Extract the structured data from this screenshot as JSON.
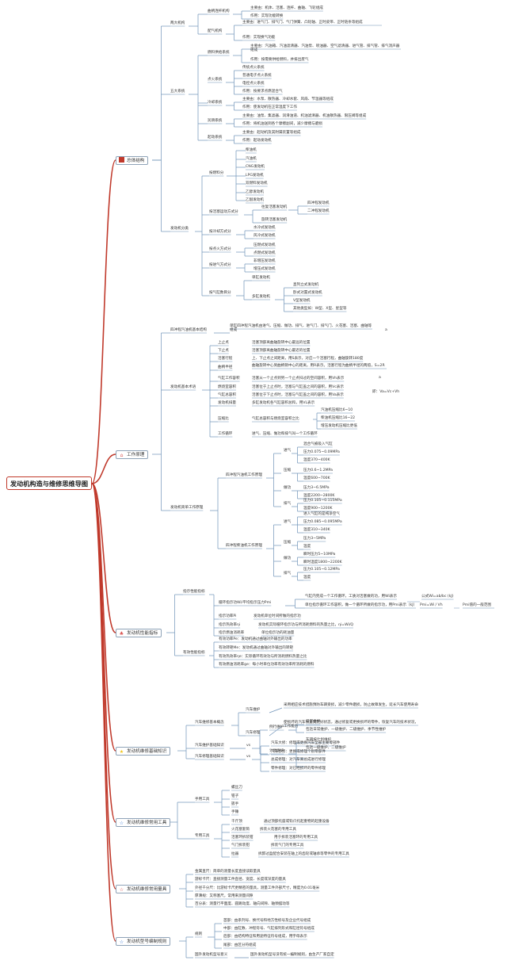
{
  "root": "发动机构造与维修思维导图",
  "icon_colors": {
    "square": "#c0392b",
    "house": "#d9534f",
    "tree": "#d9534f",
    "star_yellow": "#f0c419",
    "star_blue": "#3a7bd5",
    "star_red": "#d9534f",
    "star_blue2": "#2f6fd0"
  },
  "b1": {
    "label": "总体结构",
    "g1": "两大机构",
    "g1a": "曲柄连杆机构",
    "g1a1": "主要由：机体、活塞、连杆、曲轴、飞轮组成",
    "g1a2": "作用：实现功能转换",
    "g1b": "配气机构",
    "g1b1": "主要由：进气门、排气门、气门弹簧、凸轮轴、正时皮带、正时链条等组成",
    "g1b2": "作用：实现换气功能",
    "g2": "五大系统",
    "g2a": "燃料供给系统",
    "g2a1": "主要由：汽油箱、汽油滤清器、汽油泵、喷油器、空气滤清器、进气管、排气管、排气消声器组成",
    "g2a2": "作用：按需要供给燃料，并排出废气",
    "g2b": "点火系统",
    "g2b1": "传统点火系统",
    "g2b2": "普通电子点火系统",
    "g2b3": "电控点火系统",
    "g2b4": "作用：按要求点燃混合气",
    "g2c": "冷却系统",
    "g2c1": "主要由：水泵、散热器、冷却水套、风扇、节温器等组成",
    "g2c2": "作用：使发动机在正常温度下工作",
    "g2d": "润滑系统",
    "g2d1": "主要由：油泵、集滤器、润滑油道、机油滤清器、机油散热器、限压阀等组成",
    "g2d2": "作用：将机油送到各个摩擦副间，减少摩擦与磨损",
    "g2e": "起动系统",
    "g2e1": "主要由：起动机及其附属装置等组成",
    "g2e2": "作用：起动发动机"
  },
  "b2": {
    "label": "发动机分类",
    "c1": "按燃料分",
    "c1items": [
      "柴油机",
      "汽油机",
      "CNG发动机",
      "LPG发动机",
      "双燃料发动机",
      "乙醇发动机",
      "乙醚发动机"
    ],
    "c2": "按活塞运动方式分",
    "c2a": "往复活塞发动机",
    "c2a1": "四冲程发动机",
    "c2a2": "二冲程发动机",
    "c2b": "旋转活塞发动机",
    "c3": "按冷却方式分",
    "c3items": [
      "水冷式发动机",
      "风冷式发动机"
    ],
    "c4": "按点火方式分",
    "c4items": [
      "压燃式发动机",
      "点燃式发动机"
    ],
    "c5": "按进气方式分",
    "c5items": [
      "非增压发动机",
      "增压式发动机"
    ],
    "c6": "按气缸数目分",
    "c6a": "单缸发动机",
    "c6b": "多缸发动机",
    "c6bitems": [
      "直列立式发动机",
      "卧式对置式发动机",
      "V型发动机",
      "其他类型如：W型、X型、星型等"
    ]
  },
  "b3": {
    "label": "工作原理",
    "s1": "四冲程汽油机基本结构",
    "s1a": "单缸四冲程汽油机由进气、压缩、做功、排气、进气门、排气门、火花塞、活塞、曲轴等组成",
    "s1note": "a",
    "s2": "发动机基本术语",
    "terms": [
      {
        "k": "上止点",
        "v": "活塞顶部离曲轴旋转中心最远的位置"
      },
      {
        "k": "下止点",
        "v": "活塞顶部离曲轴旋转中心最近的位置"
      },
      {
        "k": "活塞行程",
        "v": "上、下止点之间距离，用S表示，对应一个活塞行程，曲轴旋转180度"
      },
      {
        "k": "曲柄半径",
        "v": "曲轴旋转中心到曲柄销中心的距离，用R表示。活塞行程为曲柄半径的两倍，S=2R"
      },
      {
        "k": "气缸工作容积",
        "v": "活塞从一个止点到另一个止点扫过的空间容积，用Vh表示"
      },
      {
        "k": "燃烧室容积",
        "v": "活塞位于上止点时，活塞与气缸盖之间的容积，用Vc表示"
      },
      {
        "k": "气缸总容积",
        "v": "活塞位于下止点时，活塞与气缸盖之间的容积，用Va表示"
      },
      {
        "k": "发动机排量",
        "v": "多缸发动机各气缸容积总和，用VL表示"
      },
      {
        "k": "压缩比",
        "v": "气缸总容积与燃烧室容积之比"
      },
      {
        "k": "工作循环",
        "v": "进气、压缩、做功和排气叫一个工作循环"
      }
    ],
    "tnote1": "a",
    "tnote2": "即：Va=Vc+Vh",
    "cr1": "汽油机压缩比6~10",
    "cr2": "柴油机压缩比16~22",
    "cr3": "增压发动机压缩比更低",
    "s3": "发动机简单工作原理",
    "p1": "四冲程汽油机工作原理",
    "p1s": [
      {
        "k": "进气",
        "items": [
          "混合气被吸入气缸",
          "压力0.075~0.09MPa",
          "温度370~400K"
        ]
      },
      {
        "k": "压缩",
        "items": [
          "压力0.6~1.2MPa",
          "温度600~700K"
        ]
      },
      {
        "k": "做功",
        "items": [
          "压力3~6.5MPa",
          "温度2200~2800K"
        ]
      },
      {
        "k": "排气",
        "items": [
          "压力0.105~0.115MPa",
          "温度900~1200K"
        ]
      }
    ],
    "p2": "四冲程柴油机工作原理",
    "p2s": [
      {
        "k": "进气",
        "items": [
          "进入气缸的是纯净空气",
          "压力0.085~0.095MPa",
          "温度310~340K"
        ]
      },
      {
        "k": "压缩",
        "items": [
          "压力3~5MPa",
          "温度"
        ]
      },
      {
        "k": "做功",
        "items": [
          "瞬时压力5~10MPa",
          "瞬时温度1800~2200K"
        ]
      },
      {
        "k": "排气",
        "items": [
          "压力0.105~0.12MPa",
          "温度"
        ]
      }
    ]
  },
  "b4": {
    "label": "发动机性能指标",
    "q1": "指示性能指标",
    "q1a": "循环指示功Wi/平均指示压力Pmi",
    "q1a1": "气缸内完成一个工作循环，工质对活塞做的功，用Wi表示",
    "q1a1r": "公式Wi=ab/bc (kJ)",
    "q1a2": "单位指示循环工作容积，做一个循环所做的指示功，用Pmi表示（kJ）",
    "q1a2r": "Pmi=Wi / Vh",
    "q1a2rr": "Pmi值的一般范围",
    "q1b": "指示功率Pi",
    "q1b1": "发动机单位时间所做的指示功",
    "q1c": "指示热效率ηi",
    "q1c1": "发动机实际循环指示功与所消耗燃料的热量之比，ηi=Wi/Q",
    "q1d": "指示燃油消耗率",
    "q1d1": "单位指示功的耗油量",
    "q2": "有效性能指标",
    "q2items": [
      "有效功率Pe：发动机通过曲轴对外输出的功率",
      "有效转矩Me：发动机通过曲轴对外输出的转矩",
      "有效热效率ηe：实际循环有效功与所消耗燃料热量之比",
      "有效燃油消耗率ge：每小时单位功率有效功率所消耗的燃料"
    ]
  },
  "b5": {
    "label": "发动机维修基础知识",
    "r1": "汽车维修基本概念",
    "r1a": "汽车维护",
    "r1a1": "采用相应技术措施预防车辆受损，减少零件磨损，防止故障发生，延长汽车使用寿命",
    "r1b": "汽车修理",
    "r1b1": "使损坏的汽车恢复到完好状态，通过修复或更换损坏的零件，恢复汽车的技术状况，工作能力",
    "r2": "汽车维护基础知识",
    "r2v": "vs",
    "r2a": "例行维护",
    "r2a1": "日常维护",
    "r2a2": "包括日常维护、一级维护、二级维护、季节性维护",
    "r2b": "计划维护",
    "r2b1": "车辆按计划维护",
    "r2b2": "包括一级维护、二级维护",
    "r3": "汽车修理基础知识",
    "r3v": "vs",
    "r3items": [
      "汽车大修：修理或更换汽车全部主要零部件",
      "汽车小修：更换或修理个别零部件",
      "总成修理：对汽车某总成进行修理",
      "零件修理：对已经损坏的零件修理"
    ]
  },
  "b6": {
    "label": "发动机维修常用工具",
    "u1": "手用工具",
    "u1items": [
      "螺丝刀",
      "钳子",
      "扳手",
      "手锤"
    ],
    "u2": "专用工具",
    "u2items": [
      {
        "k": "千斤顶",
        "v": "通过顶部托座或钩爪托起重物的起重设备"
      },
      {
        "k": "火花塞套筒",
        "v": "拆装火花塞的专用工具"
      },
      {
        "k": "活塞环拆装钳",
        "v": "用于拆装活塞环的专用工具"
      },
      {
        "k": "气门拆装钳",
        "v": "拆装气门的专用工具"
      },
      {
        "k": "拉器",
        "v": "拆卸过盈配合安装在轴上的齿轮或轴承等零件的专用工具"
      }
    ]
  },
  "b7": {
    "label": "发动机维修常用量具",
    "m": [
      "金属直尺：简单的测量长度直接读取量具",
      "游标卡尺：直接测量工件直径、宽度、长度或深度的量具",
      "外径千分尺：比游标卡尺更精密的量具，测量工件外部尺寸，精度为0.01毫米",
      "厚薄规：又称塞尺，常用来测量间隙",
      "百分表：测量行平面度、圆跳动度、轴向间隙、轴颈摆动等"
    ]
  },
  "b8": {
    "label": "发动机型号编制规则",
    "n1": "规则",
    "n1items": [
      "首部：由系列号、换代号和地方性标号及企业代号组成",
      "中部：由缸数、冲程符号、气缸排列形式和缸径符号组成",
      "后部：由结构特征和用途特征符号组成，用字母表示",
      "尾部：由区分符组成"
    ],
    "n2": "国外发动机型号意义",
    "n2a": "国外发动机型号没有统一编制规则，由生产厂家自定"
  }
}
